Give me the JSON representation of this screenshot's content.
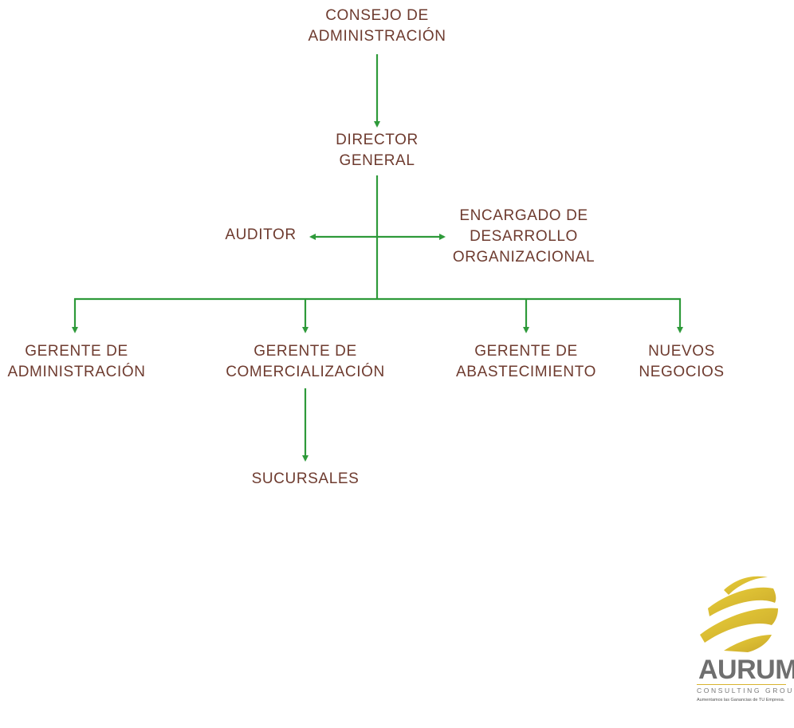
{
  "colors": {
    "text": "#6e3b2f",
    "connector": "#2e9a3a",
    "logo_gold": "#d8b430"
  },
  "nodes": {
    "consejo": [
      "CONSEJO DE",
      "ADMINISTRACIÓN"
    ],
    "director": [
      "DIRECTOR",
      "GENERAL"
    ],
    "auditor": [
      "AUDITOR"
    ],
    "encargado": [
      "ENCARGADO DE",
      "DESARROLLO",
      "ORGANIZACIONAL"
    ],
    "gerente_admin": [
      "GERENTE DE",
      "ADMINISTRACIÓN"
    ],
    "gerente_comercial": [
      "GERENTE DE",
      "COMERCIALIZACIÓN"
    ],
    "gerente_abast": [
      "GERENTE DE",
      "ABASTECIMIENTO"
    ],
    "nuevos": [
      "NUEVOS",
      "NEGOCIOS"
    ],
    "sucursales": [
      "SUCURSALES"
    ]
  },
  "logo": {
    "brand": "AURUM",
    "subtitle": "CONSULTING GROUP",
    "tagline": "Aumentamos las Ganancias de TU Empresa."
  }
}
